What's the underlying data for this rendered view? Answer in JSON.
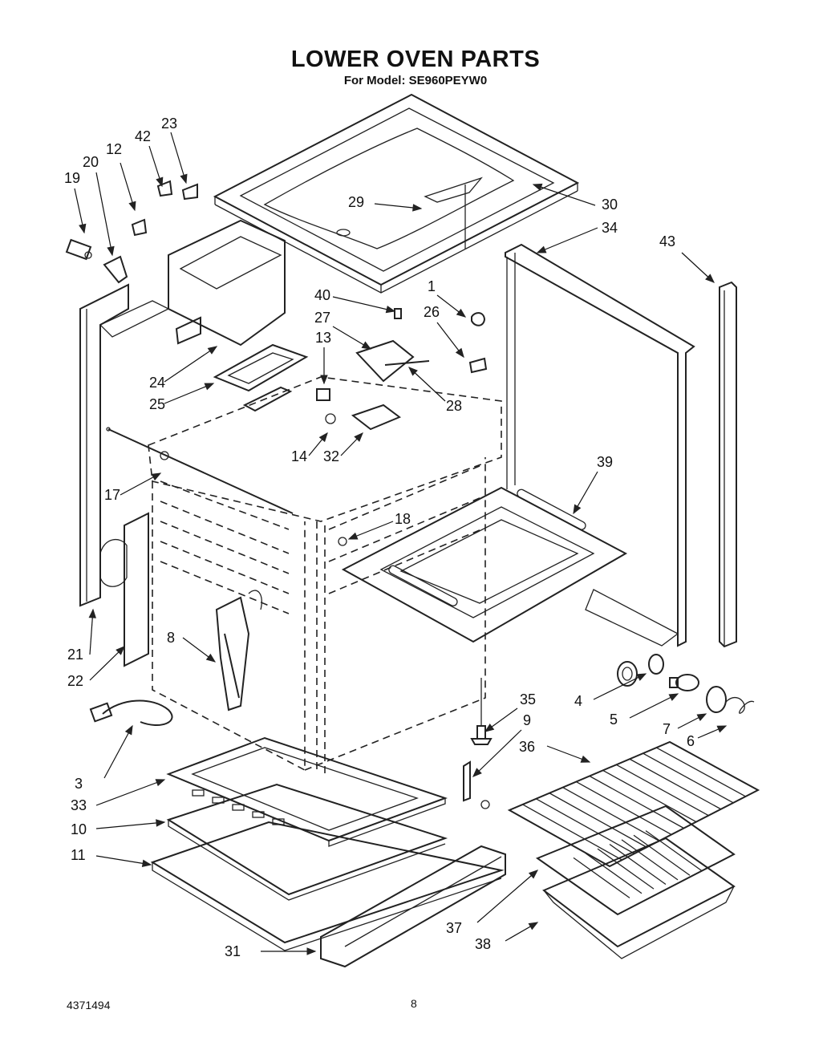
{
  "header": {
    "title": "LOWER OVEN PARTS",
    "subtitle": "For Model: SE960PEYW0"
  },
  "footer": {
    "document_number": "4371494",
    "page_number": "8"
  },
  "callouts": {
    "c1": "1",
    "c3": "3",
    "c4": "4",
    "c5": "5",
    "c6": "6",
    "c7": "7",
    "c8": "8",
    "c9": "9",
    "c10": "10",
    "c11": "11",
    "c12": "12",
    "c13": "13",
    "c14": "14",
    "c17": "17",
    "c18": "18",
    "c19": "19",
    "c20": "20",
    "c21": "21",
    "c22": "22",
    "c23": "23",
    "c24": "24",
    "c25": "25",
    "c26": "26",
    "c27": "27",
    "c28": "28",
    "c29": "29",
    "c30": "30",
    "c31": "31",
    "c32": "32",
    "c33": "33",
    "c34": "34",
    "c35": "35",
    "c36": "36",
    "c37": "37",
    "c38": "38",
    "c39": "39",
    "c40": "40",
    "c42": "42",
    "c43": "43"
  }
}
